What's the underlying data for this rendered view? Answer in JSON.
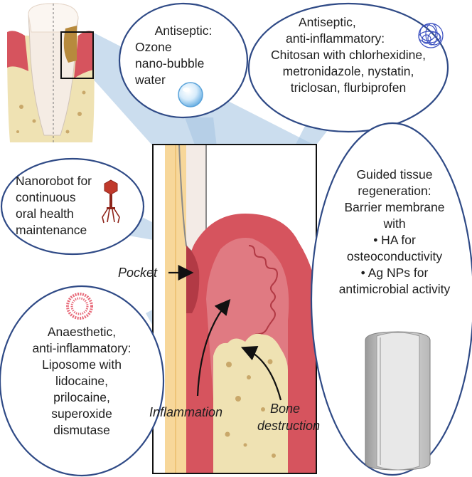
{
  "callouts": {
    "ozone": {
      "lines": [
        "Antiseptic:",
        "Ozone",
        "nano-bubble",
        "water"
      ]
    },
    "chitosan": {
      "lines": [
        "Antiseptic,",
        "anti-inflammatory:",
        "Chitosan with chlorhexidine,",
        "metronidazole, nystatin,",
        "triclosan, flurbiprofen"
      ]
    },
    "nanorobot": {
      "lines": [
        "Nanorobot for",
        "continuous",
        "oral health",
        "maintenance"
      ]
    },
    "gtr": {
      "lines": [
        "Guided tissue",
        "regeneration:",
        "Barrier membrane",
        "with",
        "• HA for",
        "osteoconductivity",
        "• Ag NPs for",
        "antimicrobial activity"
      ]
    },
    "liposome": {
      "lines": [
        "Anaesthetic,",
        "anti-inflammatory:",
        "Liposome with",
        "lidocaine,",
        "prilocaine,",
        "superoxide",
        "dismutase"
      ]
    }
  },
  "annotations": {
    "pocket": "Pocket",
    "inflammation": "Inflammation",
    "bone_line1": "Bone",
    "bone_line2": "destruction"
  },
  "colors": {
    "outline": "#2f4a86",
    "beam": "#a9c6e2",
    "gum": "#d6545e",
    "gum_light": "#e07a82",
    "bone": "#efe2b3",
    "tooth": "#f5ece4",
    "enamel": "#f7d79a"
  }
}
